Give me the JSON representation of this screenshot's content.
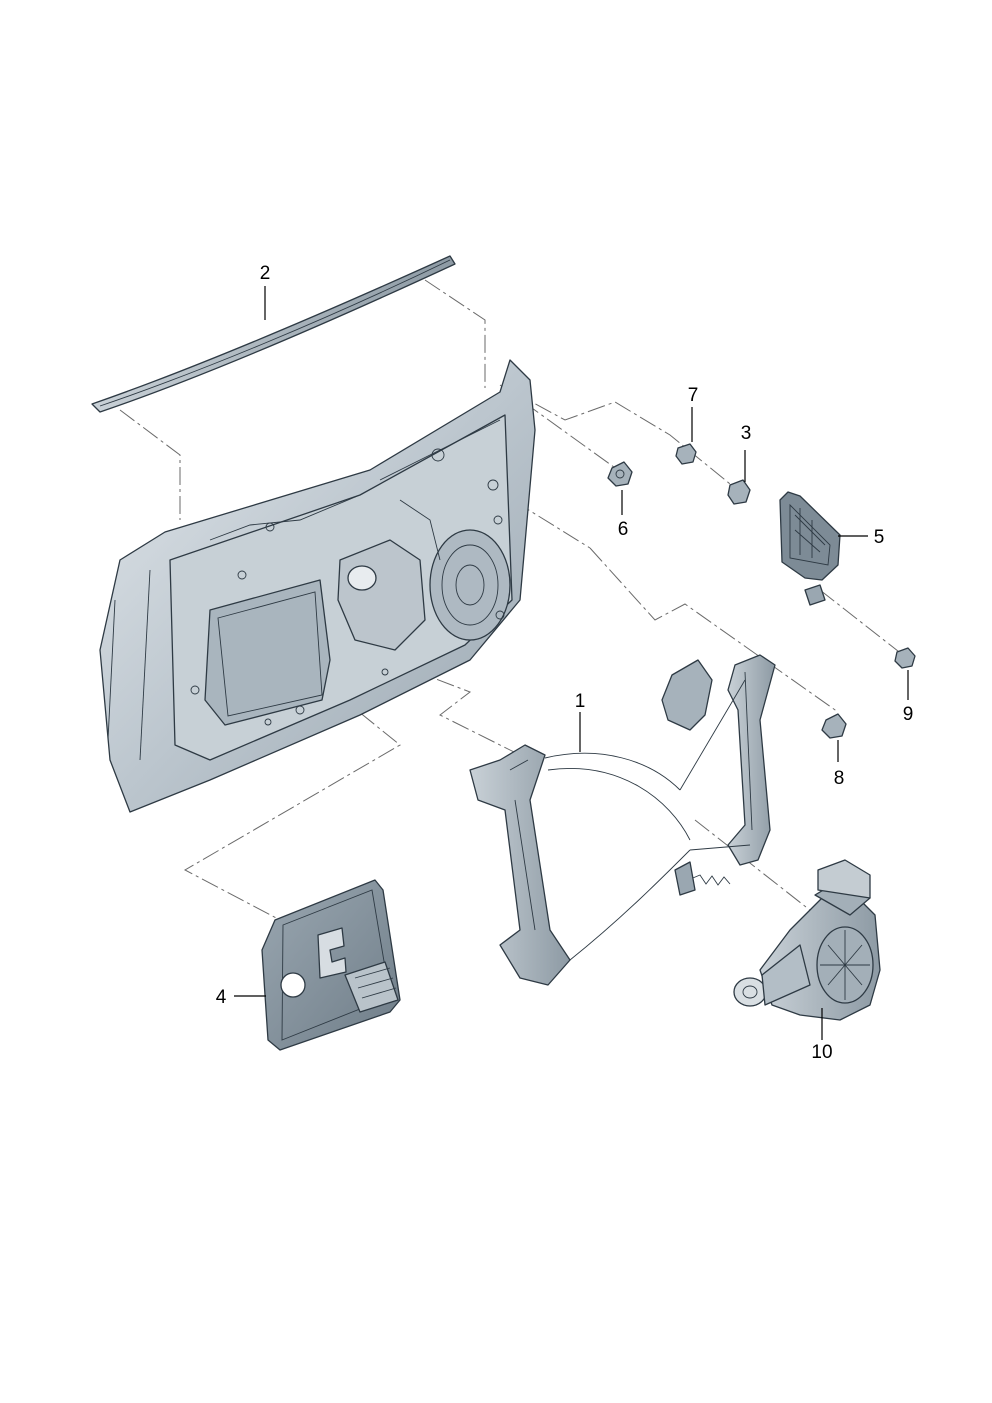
{
  "callouts": {
    "c1": "1",
    "c2": "2",
    "c3": "3",
    "c4": "4",
    "c5": "5",
    "c6": "6",
    "c7": "7",
    "c8": "8",
    "c9": "9",
    "c10": "10"
  },
  "colors": {
    "part_fill": "#b7c2ca",
    "part_light": "#dde3e8",
    "part_dark": "#7e8c97",
    "outline": "#2e3a44",
    "leader": "#000000",
    "dash": "#6a6a6a"
  }
}
